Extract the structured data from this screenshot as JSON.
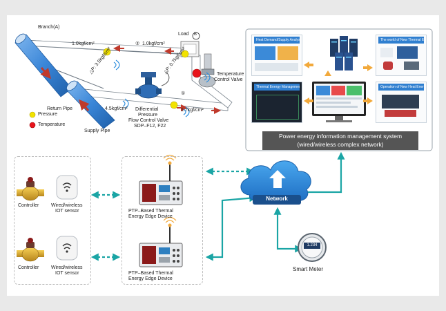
{
  "piping": {
    "branch_label": "Branch(A)",
    "load_label": "Load",
    "load_badge": "B",
    "pressure_top_left": "1.0kgf/cm²",
    "pressure_top_right_index": "②",
    "pressure_top_right": "1.0kgf/cm²",
    "delta_p_left": "△P: 3.5kgf/cm²",
    "delta_p_right": "△P: 0.7kgf/cm²",
    "circled_one": "①",
    "pressure_bottom_left": "4.5kgf/cm²",
    "pressure_bottom_right": "1.7kgf/cm²",
    "return_pipe": "Return Pipe",
    "supply_pipe": "Supply Pipe",
    "legend_pressure": "Pressure",
    "legend_temperature": "Temperature",
    "valve_label_1": "Differential",
    "valve_label_2": "Pressure",
    "valve_label_3": "Flow Control Valve",
    "valve_label_4": "SDP–F12, F22",
    "temp_valve_1": "Temperature",
    "temp_valve_2": "Control Valve",
    "colors": {
      "pipe": "#3a86d8",
      "pressure_dot": "#f2e200",
      "temperature_dot": "#e8141b",
      "arrow": "#c0392b"
    }
  },
  "system": {
    "panel_heat_demand": "Heat Demand/Supply Analysis",
    "panel_thermal_energy": "Thermal Energy Management Service",
    "panel_new_heat_tech": "The world of New Thermal Energy Technology Operation",
    "panel_operation": "Operation of New Heat Energy Industry",
    "caption_line1": "Power energy information management system",
    "caption_line2": "(wired/wireless complex network)",
    "colors": {
      "caption_bg": "#555555",
      "arrow": "#f2a93b"
    }
  },
  "network": {
    "label": "Network",
    "smart_meter": "Smart Meter",
    "meter_display": "1.234",
    "colors": {
      "cloud": "#2f8fde",
      "connector": "#1aa5a5"
    }
  },
  "devices": {
    "controller_1": "Controller",
    "sensor_1_line1": "Wired/wireless",
    "sensor_1_line2": "IOT sensor",
    "controller_2": "Controller",
    "sensor_2_line1": "Wired/wireless",
    "sensor_2_line2": "IOT sensor",
    "edge_1_line1": "PTP–Based Thermal",
    "edge_1_line2": "Energy Edge Device",
    "edge_2_line1": "PTP–Based Thermal",
    "edge_2_line2": "Energy Edge Device"
  }
}
